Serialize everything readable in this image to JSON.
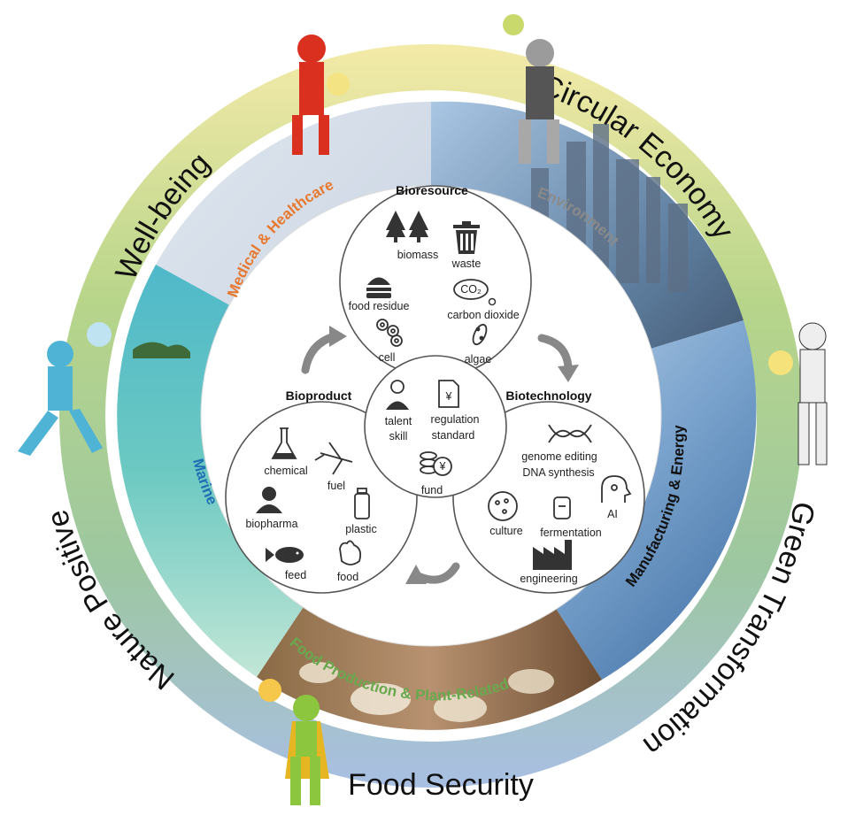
{
  "ring": {
    "well_being": "Well-being",
    "circular_economy": "Circular Economy",
    "green_transformation": "Green Transformation",
    "food_security": "Food Security",
    "nature_positive": "Nature Positive"
  },
  "sectors": {
    "medical": "Medical & Healthcare",
    "environment": "Environment",
    "manufacturing": "Manufacturing & Energy",
    "food": "Food Production & Plant-Related",
    "marine": "Marine"
  },
  "sector_colors": {
    "medical": "#e8782e",
    "environment": "#8a8a8a",
    "manufacturing": "#111111",
    "food": "#6aa84f",
    "marine": "#1f6fb5"
  },
  "bioresource": {
    "title": "Bioresource",
    "items": [
      "biomass",
      "waste",
      "food residue",
      "carbon dioxide",
      "cell",
      "algae"
    ],
    "icons": [
      "trees-icon",
      "trash-icon",
      "burger-icon",
      "co2-cloud-icon",
      "cells-icon",
      "algae-icon"
    ]
  },
  "bioproduct": {
    "title": "Bioproduct",
    "items": [
      "chemical",
      "fuel",
      "biopharma",
      "plastic",
      "feed",
      "food"
    ],
    "icons": [
      "flask-icon",
      "airplane-icon",
      "person-icon",
      "bottle-icon",
      "fish-icon",
      "chicken-icon"
    ]
  },
  "biotechnology": {
    "title": "Biotechnology",
    "items": [
      "genome editing",
      "DNA synthesis",
      "AI",
      "culture",
      "fermentation",
      "engineering"
    ],
    "icons": [
      "dna-icon",
      "ai-head-icon",
      "petri-dish-icon",
      "fermenter-icon",
      "factory-icon"
    ]
  },
  "center": {
    "items": [
      "talent",
      "skill",
      "regulation",
      "standard",
      "fund"
    ],
    "icons": [
      "person-icon",
      "document-icon",
      "coins-icon"
    ],
    "document_glyph": "¥",
    "coin_glyph": "¥",
    "co2_glyph": "CO₂"
  }
}
